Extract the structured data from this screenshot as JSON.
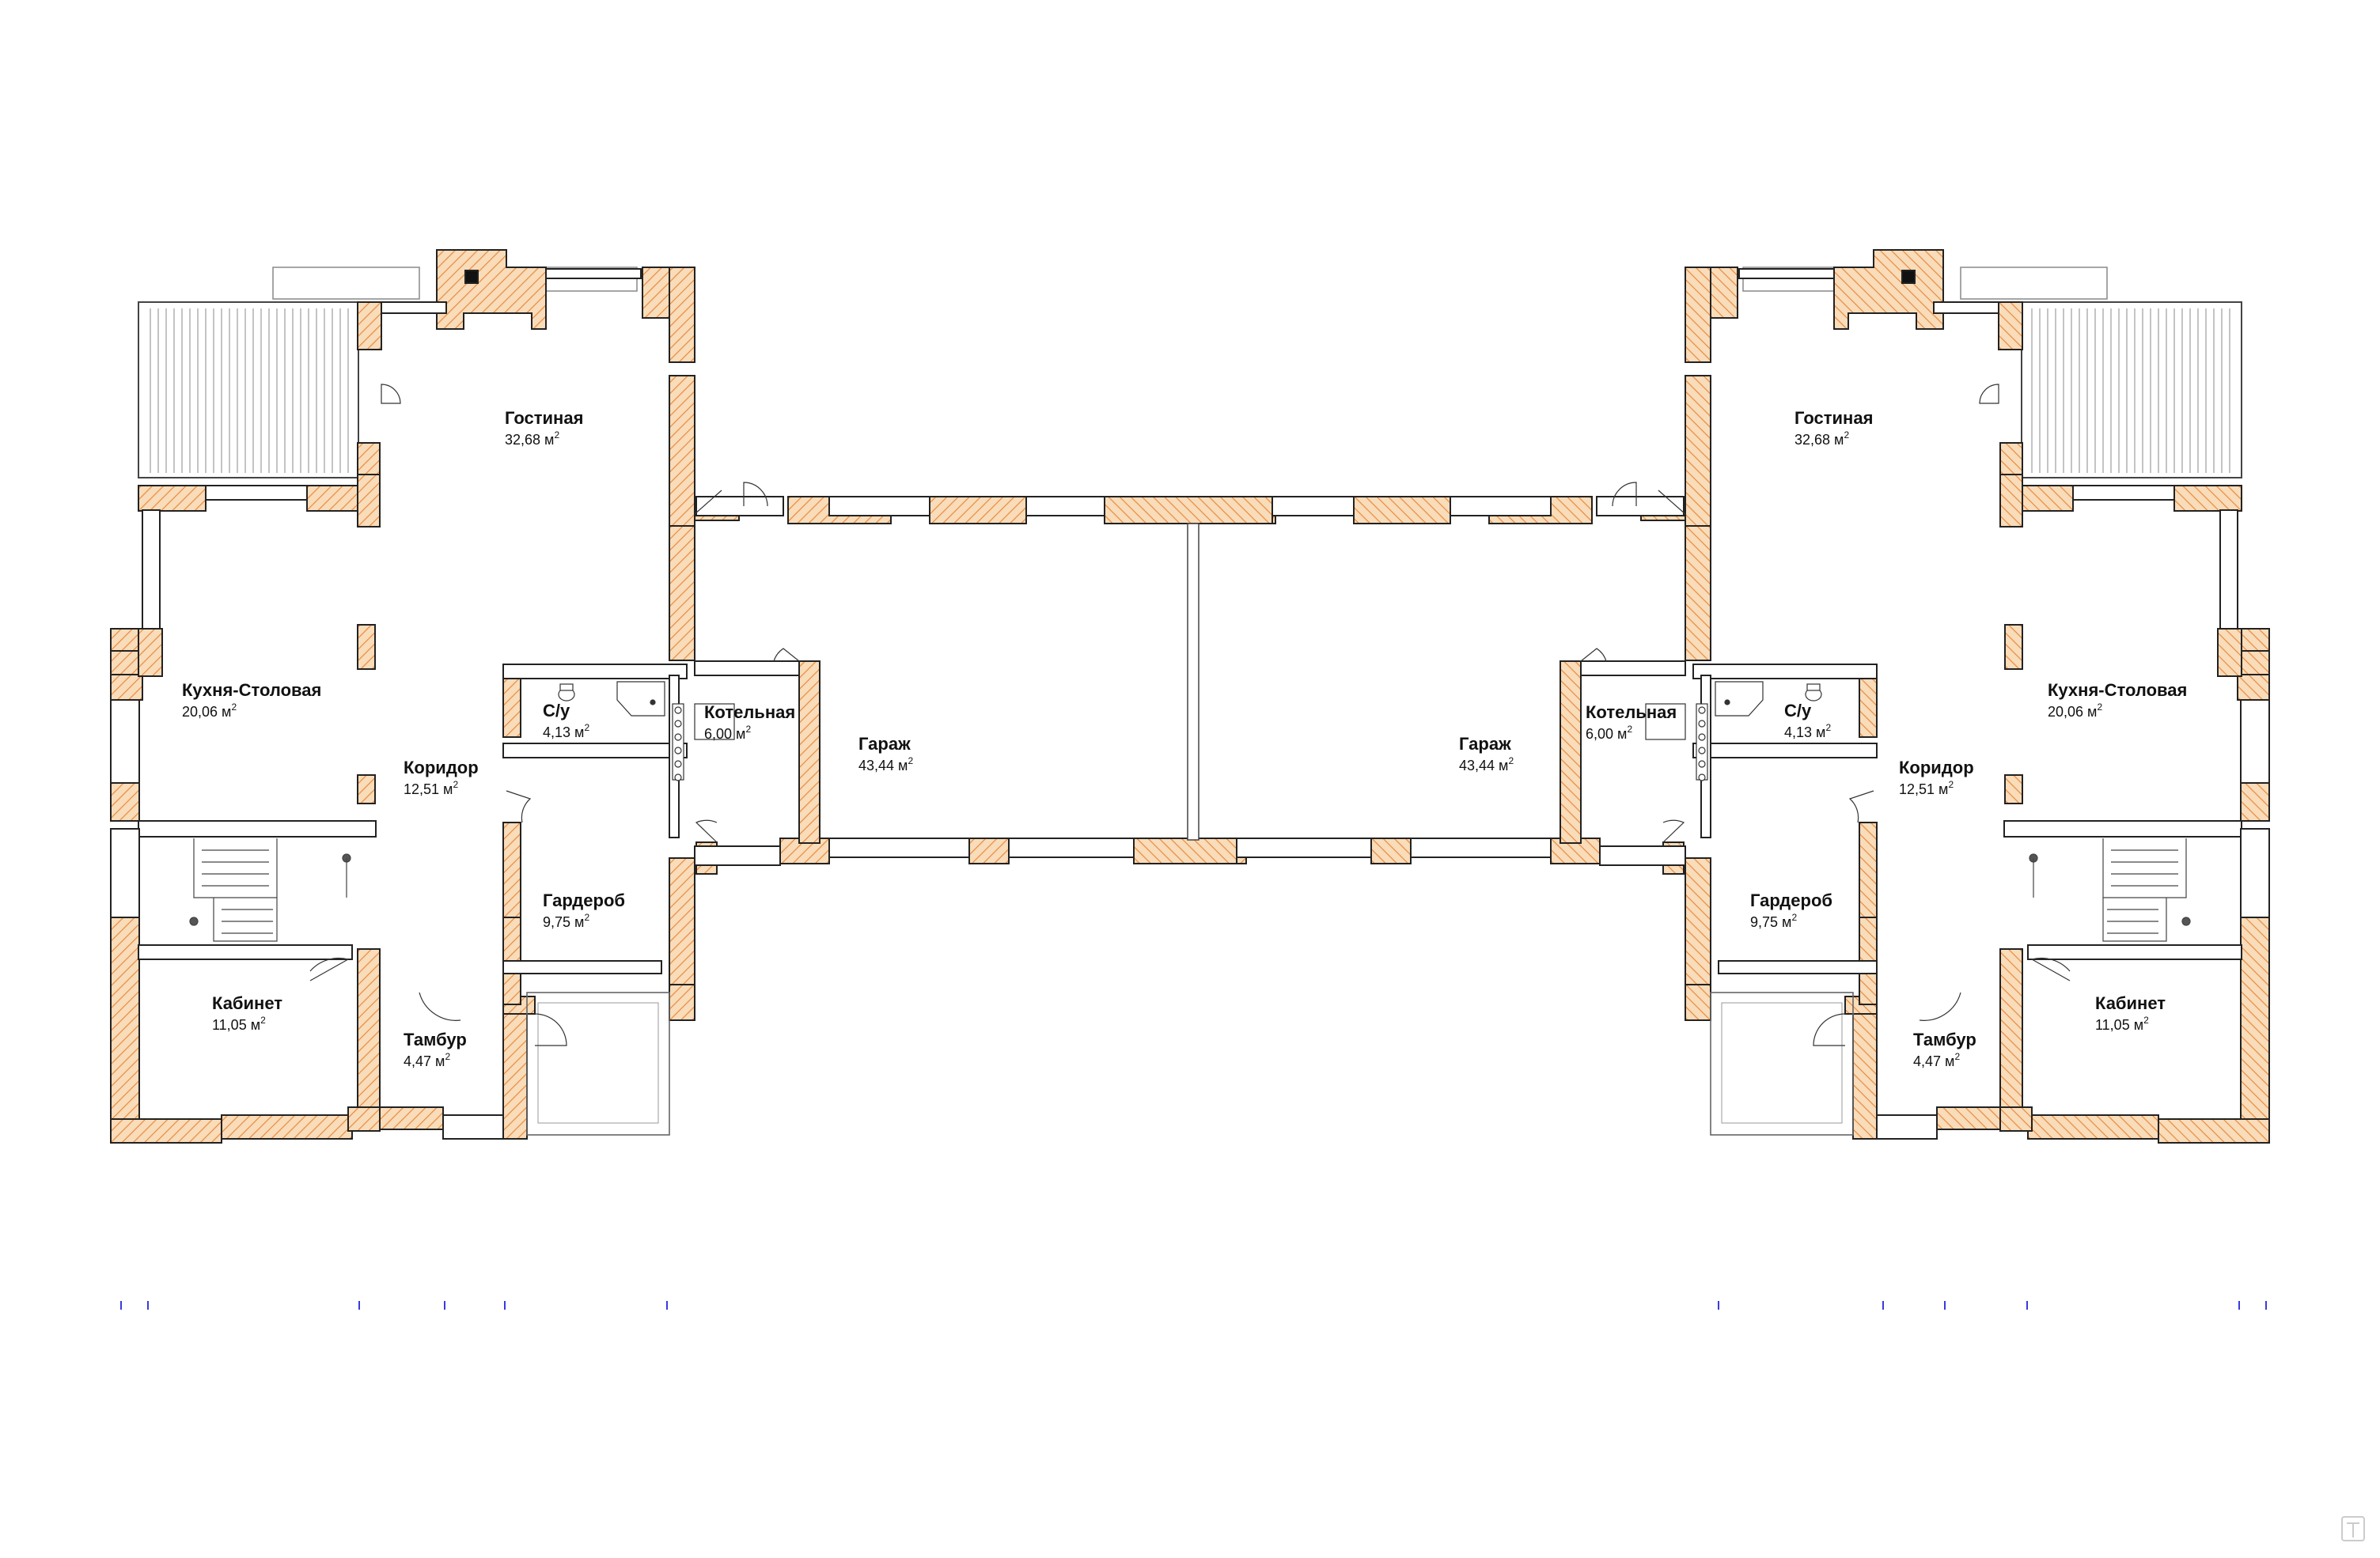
{
  "colors": {
    "wall_fill": "#f9dcb9",
    "wall_stroke": "#222222",
    "hatch": "#e98a3f",
    "thin_line": "#999999",
    "axis_tick": "#3a3adf"
  },
  "area_unit": "м",
  "area_exponent": "2",
  "units": {
    "left": {
      "rooms": [
        {
          "id": "gostinaya",
          "name": "Гостиная",
          "area": "32,68"
        },
        {
          "id": "kukhnya",
          "name": "Кухня-Столовая",
          "area": "20,06"
        },
        {
          "id": "su",
          "name": "С/у",
          "area": "4,13"
        },
        {
          "id": "kotelnaya",
          "name": "Котельная",
          "area": "6,00"
        },
        {
          "id": "koridor",
          "name": "Коридор",
          "area": "12,51"
        },
        {
          "id": "garazh",
          "name": "Гараж",
          "area": "43,44"
        },
        {
          "id": "garderob",
          "name": "Гардероб",
          "area": "9,75"
        },
        {
          "id": "kabinet",
          "name": "Кабинет",
          "area": "11,05"
        },
        {
          "id": "tambur",
          "name": "Тамбур",
          "area": "4,47"
        }
      ]
    },
    "right": {
      "rooms": [
        {
          "id": "gostinaya",
          "name": "Гостиная",
          "area": "32,68"
        },
        {
          "id": "kukhnya",
          "name": "Кухня-Столовая",
          "area": "20,06"
        },
        {
          "id": "su",
          "name": "С/у",
          "area": "4,13"
        },
        {
          "id": "kotelnaya",
          "name": "Котельная",
          "area": "6,00"
        },
        {
          "id": "koridor",
          "name": "Коридор",
          "area": "12,51"
        },
        {
          "id": "garazh",
          "name": "Гараж",
          "area": "43,44"
        },
        {
          "id": "garderob",
          "name": "Гардероб",
          "area": "9,75"
        },
        {
          "id": "kabinet",
          "name": "Кабинет",
          "area": "11,05"
        },
        {
          "id": "tambur",
          "name": "Тамбур",
          "area": "4,47"
        }
      ]
    }
  },
  "icons": [
    "watermark-logo-icon",
    "toilet-icon",
    "sink-icon",
    "shower-icon",
    "boiler-icon",
    "stair-icon",
    "door-swing-icon"
  ]
}
